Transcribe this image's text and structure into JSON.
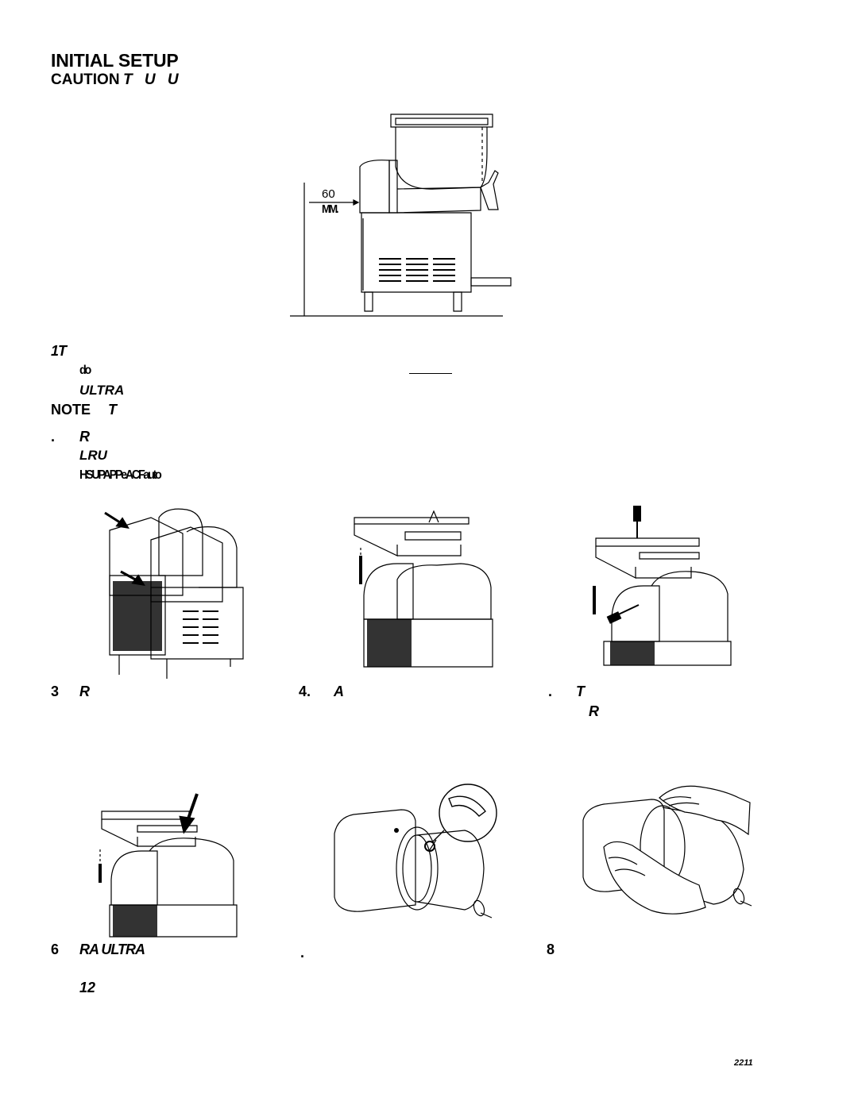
{
  "page": {
    "title": "INITIAL SETUP",
    "caution_label": "CAUTION",
    "caution_text": "T U U",
    "page_number": "2211"
  },
  "top_figure": {
    "dimension_value": "60",
    "dimension_unit": "MM."
  },
  "steps": {
    "step1_num": "1",
    "step1_text": "T",
    "step1_line2": "do",
    "step1_line3": "ULTRA",
    "note_label": "NOTE",
    "note_text": "T",
    "step2_num": ".",
    "step2_text": "R",
    "step2_line2": "LRU",
    "step2_line3": "HSUPAPPeACFauto",
    "step3_num": "3",
    "step3_text": "R",
    "step4_num": "4.",
    "step4_text": "A",
    "step5_num": ".",
    "step5_text": "T",
    "step5_line2": "R",
    "step6_num": "6",
    "step6_text": "RA ULTRA",
    "step6_line2": "12",
    "step7_num": ".",
    "step8_num": "8"
  },
  "icons": {
    "arrow": "arrow-icon",
    "screwdriver": "screwdriver-icon",
    "hand": "hand-icon",
    "magnifier": "magnify-circle-icon"
  }
}
